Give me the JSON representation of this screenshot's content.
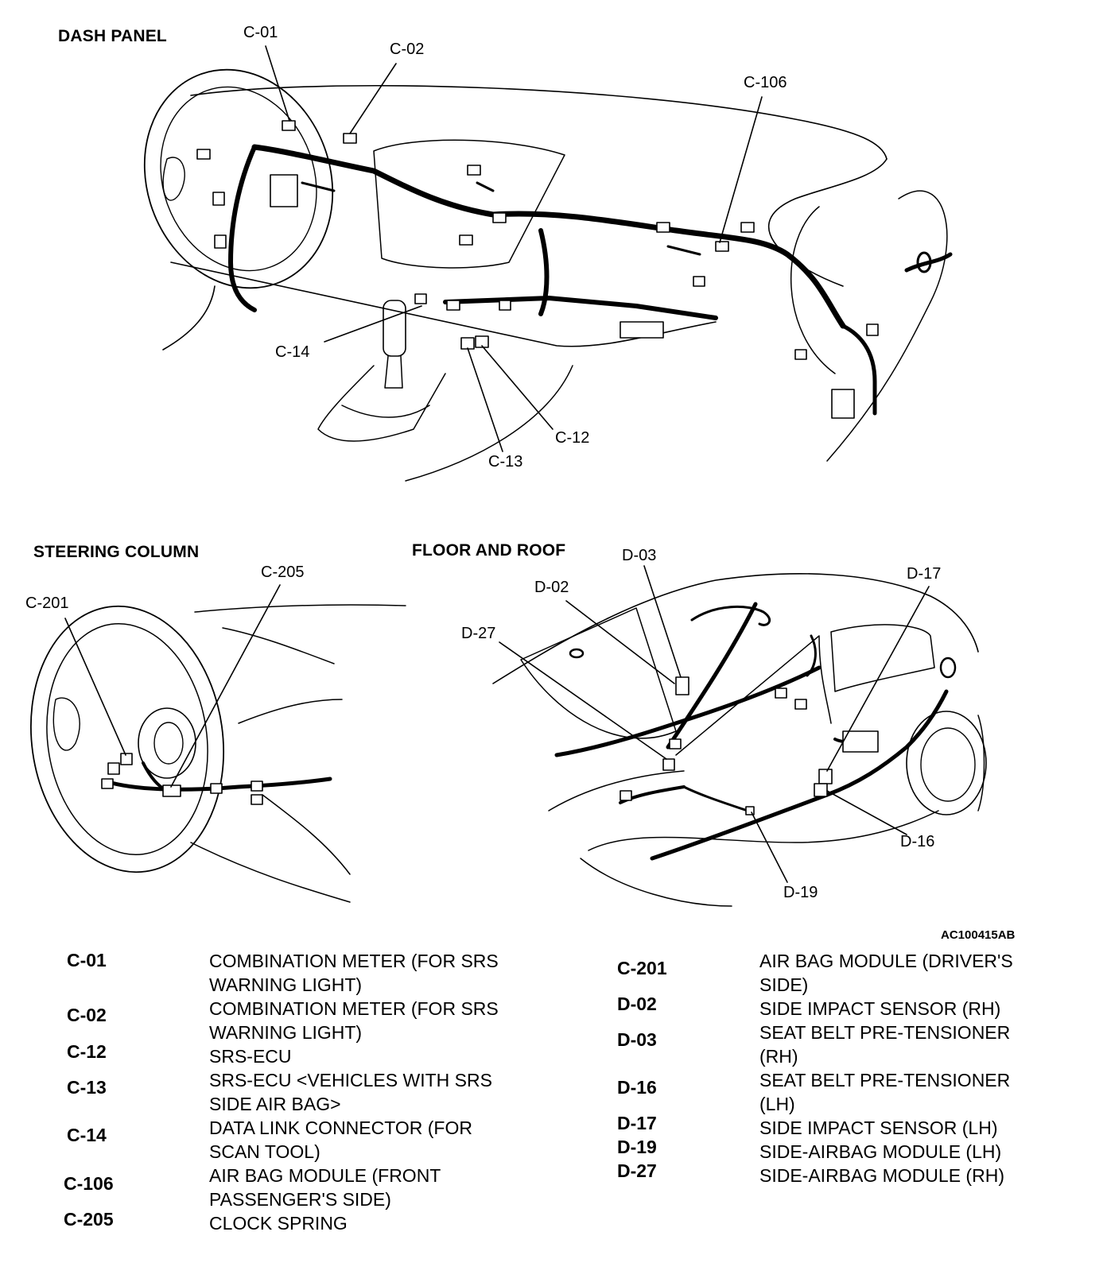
{
  "sections": {
    "dash_panel": "DASH PANEL",
    "steering_column": "STEERING COLUMN",
    "floor_and_roof": "FLOOR AND ROOF"
  },
  "callouts": {
    "c01": "C-01",
    "c02": "C-02",
    "c106": "C-106",
    "c14": "C-14",
    "c12": "C-12",
    "c13": "C-13",
    "c201": "C-201",
    "c205": "C-205",
    "d03": "D-03",
    "d02": "D-02",
    "d27": "D-27",
    "d17": "D-17",
    "d16": "D-16",
    "d19": "D-19"
  },
  "figure_code": "AC100415AB",
  "legend_left": [
    {
      "code": "C-01",
      "lines": [
        "COMBINATION METER (FOR SRS",
        "WARNING LIGHT)"
      ]
    },
    {
      "code": "C-02",
      "lines": [
        "COMBINATION METER (FOR SRS",
        "WARNING LIGHT)"
      ]
    },
    {
      "code": "C-12",
      "lines": [
        "SRS-ECU"
      ]
    },
    {
      "code": "C-13",
      "lines": [
        "SRS-ECU <VEHICLES WITH SRS",
        "SIDE AIR BAG>"
      ]
    },
    {
      "code": "C-14",
      "lines": [
        "DATA LINK CONNECTOR (FOR",
        "SCAN TOOL)"
      ]
    },
    {
      "code": "C-106",
      "lines": [
        "AIR BAG MODULE (FRONT",
        "PASSENGER'S SIDE)"
      ]
    },
    {
      "code": "C-205",
      "lines": [
        "CLOCK SPRING"
      ]
    }
  ],
  "legend_right": [
    {
      "code": "C-201",
      "lines": [
        "AIR BAG MODULE (DRIVER'S",
        "SIDE)"
      ]
    },
    {
      "code": "D-02",
      "lines": [
        "SIDE IMPACT SENSOR (RH)"
      ]
    },
    {
      "code": "D-03",
      "lines": [
        "SEAT BELT PRE-TENSIONER",
        "(RH)"
      ]
    },
    {
      "code": "D-16",
      "lines": [
        "SEAT BELT PRE-TENSIONER",
        "(LH)"
      ]
    },
    {
      "code": "D-17",
      "lines": [
        "SIDE IMPACT SENSOR (LH)"
      ]
    },
    {
      "code": "D-19",
      "lines": [
        "SIDE-AIRBAG MODULE (LH)"
      ]
    },
    {
      "code": "D-27",
      "lines": [
        "SIDE-AIRBAG MODULE (RH)"
      ]
    }
  ]
}
